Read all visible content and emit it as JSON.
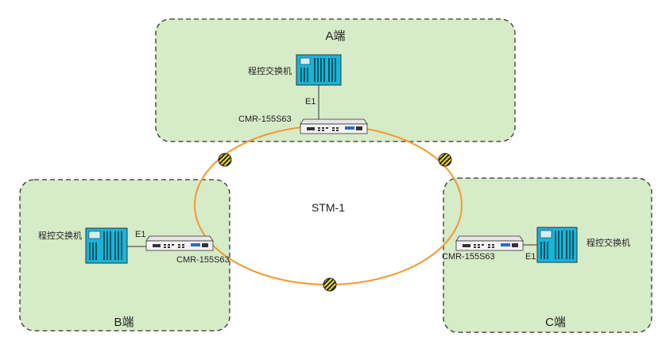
{
  "ring": {
    "label": "STM-1"
  },
  "sites": {
    "a": {
      "title": "A端",
      "switch_label": "程控交换机",
      "link_label": "E1",
      "device_label": "CMR-155S63"
    },
    "b": {
      "title": "B端",
      "switch_label": "程控交换机",
      "link_label": "E1",
      "device_label": "CMR-155S63"
    },
    "c": {
      "title": "C端",
      "switch_label": "程控交换机",
      "link_label": "E1",
      "device_label": "CMR-155S63"
    }
  },
  "colors": {
    "site_fill": "#d6ebc7",
    "site_border": "#333333",
    "ring": "#f29a2e",
    "switch_body": "#19b4d6",
    "marker_fill": "#f2e01c"
  }
}
